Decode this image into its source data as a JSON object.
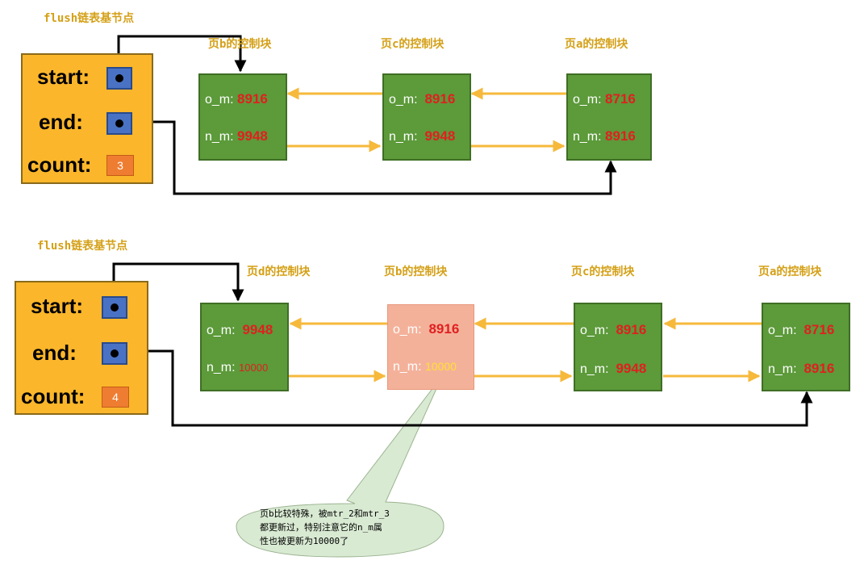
{
  "diagram_top": {
    "title": "flush链表基节点",
    "base": {
      "start_label": "start:",
      "end_label": "end:",
      "count_label": "count:",
      "count_value": "3"
    },
    "pages": [
      {
        "title": "页b的控制块",
        "o_m_label": "o_m:",
        "o_m": "8916",
        "n_m_label": "n_m:",
        "n_m": "9948"
      },
      {
        "title": "页c的控制块",
        "o_m_label": "o_m:",
        "o_m": "8916",
        "n_m_label": "n_m:",
        "n_m": "9948"
      },
      {
        "title": "页a的控制块",
        "o_m_label": "o_m:",
        "o_m": "8716",
        "n_m_label": "n_m:",
        "n_m": "8916"
      }
    ]
  },
  "diagram_bottom": {
    "title": "flush链表基节点",
    "base": {
      "start_label": "start:",
      "end_label": "end:",
      "count_label": "count:",
      "count_value": "4"
    },
    "pages": [
      {
        "title": "页d的控制块",
        "o_m_label": "o_m:",
        "o_m": "9948",
        "n_m_label": "n_m:",
        "n_m": "10000"
      },
      {
        "title": "页b的控制块",
        "o_m_label": "o_m:",
        "o_m": "8916",
        "n_m_label": "n_m:",
        "n_m": "10000"
      },
      {
        "title": "页c的控制块",
        "o_m_label": "o_m:",
        "o_m": "8916",
        "n_m_label": "n_m:",
        "n_m": "9948"
      },
      {
        "title": "页a的控制块",
        "o_m_label": "o_m:",
        "o_m": "8716",
        "n_m_label": "n_m:",
        "n_m": "8916"
      }
    ],
    "callout": {
      "line1": "页b比较特殊，被mtr_2和mtr_3",
      "line2": "都更新过，特别注意它的n_m属",
      "line3": "性也被更新为10000了"
    }
  },
  "colors": {
    "base_fill": "#fbb62b",
    "pointer_fill": "#4a72c4",
    "count_fill": "#ef7d31",
    "block_fill": "#5c9a3a",
    "special_block_fill": "#f4b19a",
    "arrow": "#f6b93b",
    "callout_fill": "#d9ead3",
    "value_red": "#e02020",
    "title_gold": "#d4a017"
  }
}
